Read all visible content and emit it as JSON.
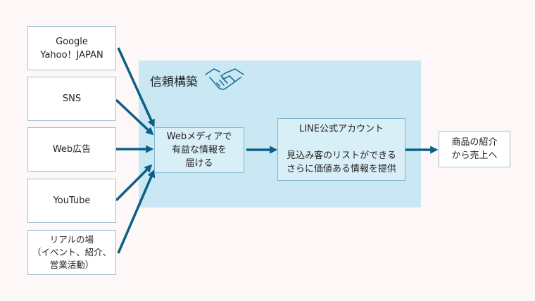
{
  "colors": {
    "arrow": "#0d5f86",
    "trust_bg": "#c9e8f3",
    "background": "#fdf8f7",
    "box_border": "#9dbfd4"
  },
  "trust": {
    "title": "信頼構築",
    "icon": "handshake-icon"
  },
  "sources": [
    {
      "lines": [
        "Google",
        "Yahoo！JAPAN"
      ]
    },
    {
      "lines": [
        "SNS"
      ]
    },
    {
      "lines": [
        "Web広告"
      ]
    },
    {
      "lines": [
        "YouTube"
      ]
    },
    {
      "lines": [
        "リアルの場",
        "（イベント、紹介、",
        "営業活動）"
      ]
    }
  ],
  "web_media": {
    "lines": [
      "Webメディアで",
      "有益な情報を",
      "届ける"
    ]
  },
  "line_account": {
    "title": "LINE公式アカウント",
    "lines": [
      "見込み客のリストができる",
      "さらに価値ある情報を提供"
    ]
  },
  "result": {
    "lines": [
      "商品の紹介",
      "から売上へ"
    ]
  }
}
